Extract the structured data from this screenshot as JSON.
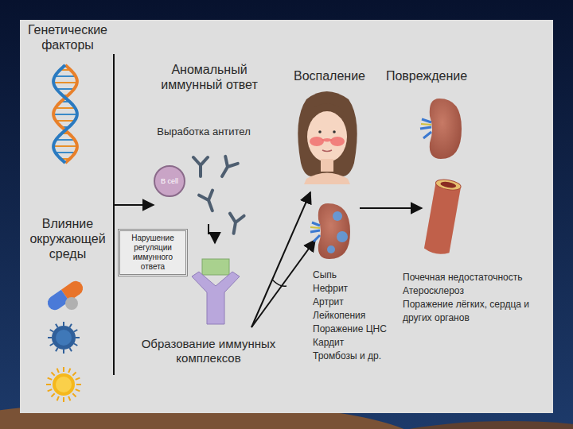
{
  "diagram": {
    "nodes": [
      {
        "text": [
          "B cell"
        ]
      },
      {
        "text": [
          "Нарушение регуляции иммунного ответа"
        ]
      }
    ],
    "labels": [
      "Генетические факторы",
      "Влияние окружающей среды",
      "Аномальный иммунный ответ",
      "Выработка антител",
      "Образование иммунных комплексов",
      "Воспаление",
      "Повреждение",
      "Сыпь",
      "Нефрит",
      "Артрит",
      "Лейкопения",
      "Поражение ЦНС",
      "Кардит",
      "Тромбозы и др.",
      "Почечная недостаточность",
      "Атеросклероз",
      "Поражение лёгких, сердца и других органов"
    ]
  }
}
